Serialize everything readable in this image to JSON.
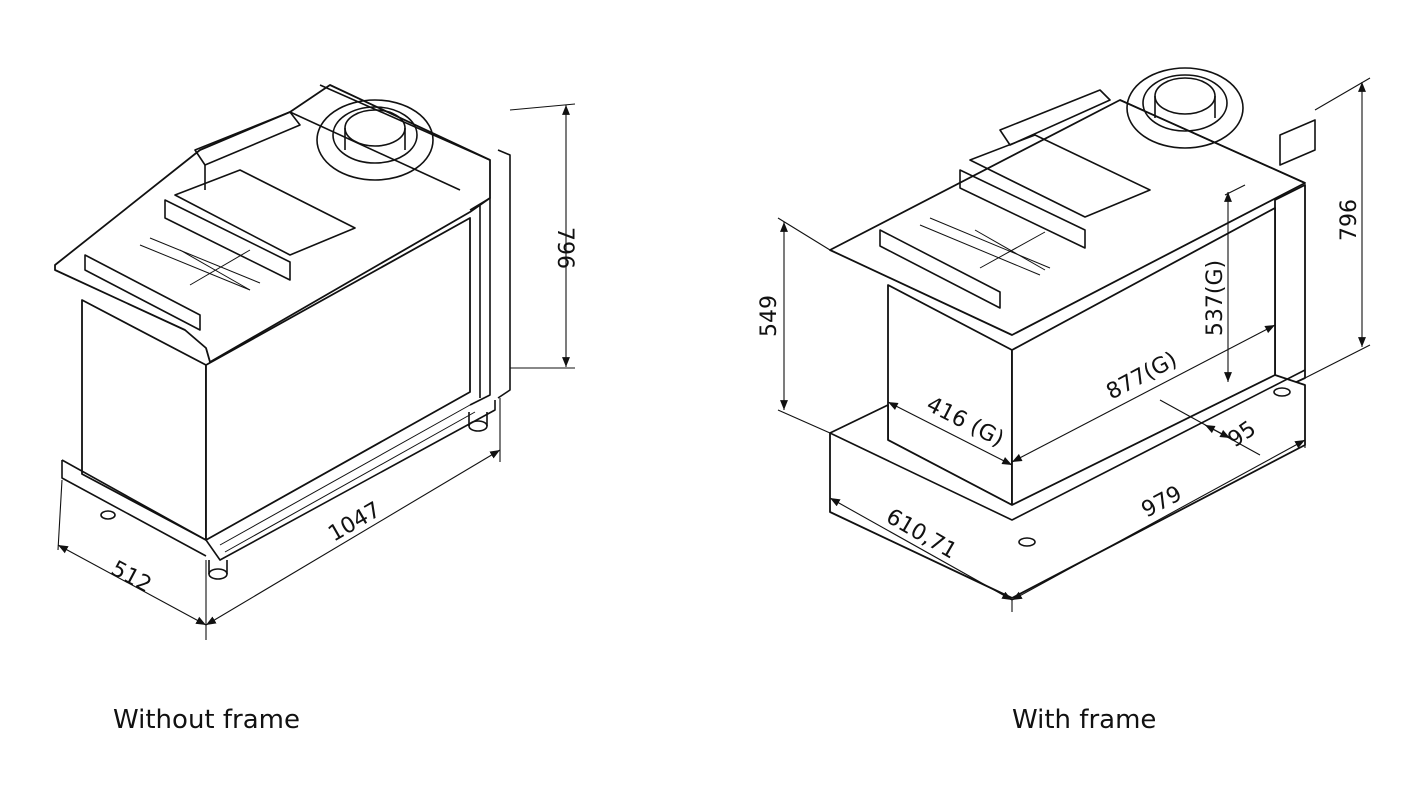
{
  "captions": {
    "without_frame": "Without frame",
    "with_frame": "With frame"
  },
  "dimensions": {
    "left": {
      "height": "796",
      "depth": "512",
      "width": "1047"
    },
    "right": {
      "height": "796",
      "frame_height": "549",
      "glass_height": "537(G)",
      "glass_depth": "416 (G)",
      "glass_width": "877(G)",
      "frame_border": "95",
      "frame_depth": "610,71",
      "frame_width": "979"
    }
  }
}
